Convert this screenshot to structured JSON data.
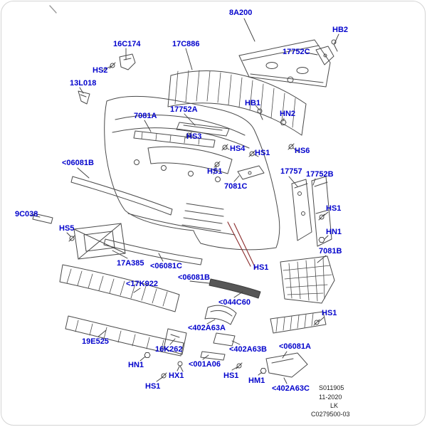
{
  "colors": {
    "label_blue": "#0202CC",
    "line_gray": "#4A4A4A",
    "highlight_red": "#8B2B2B",
    "background": "#FFFFFF",
    "frame_border": "#D4D4D4"
  },
  "labels": [
    {
      "text": "8A200"
    },
    {
      "text": "HB2"
    },
    {
      "text": "16C174"
    },
    {
      "text": "17C886"
    },
    {
      "text": "17752C"
    },
    {
      "text": "HS2"
    },
    {
      "text": "13L018"
    },
    {
      "text": "HB1"
    },
    {
      "text": "HN2"
    },
    {
      "text": "17752A"
    },
    {
      "text": "7081A"
    },
    {
      "text": "HS3"
    },
    {
      "text": "HS4"
    },
    {
      "text": "HS1"
    },
    {
      "text": "HS6"
    },
    {
      "text": "<06081B"
    },
    {
      "text": "HS1"
    },
    {
      "text": "17757"
    },
    {
      "text": "17752B"
    },
    {
      "text": "7081C"
    },
    {
      "text": "HS1"
    },
    {
      "text": "9C038"
    },
    {
      "text": "HS5"
    },
    {
      "text": "HN1"
    },
    {
      "text": "7081B"
    },
    {
      "text": "17A385"
    },
    {
      "text": "<06081C"
    },
    {
      "text": "HS1"
    },
    {
      "text": "<06081B"
    },
    {
      "text": "<17K922"
    },
    {
      "text": "<044C60"
    },
    {
      "text": "HS1"
    },
    {
      "text": "<402A63A"
    },
    {
      "text": "19E525"
    },
    {
      "text": "16K262"
    },
    {
      "text": "<402A63B"
    },
    {
      "text": "<06081A"
    },
    {
      "text": "<001A06"
    },
    {
      "text": "HN1"
    },
    {
      "text": "HX1"
    },
    {
      "text": "HS1"
    },
    {
      "text": "HS1"
    },
    {
      "text": "HM1"
    },
    {
      "text": "<402A63C"
    }
  ],
  "footer": {
    "doc_number": "S011905",
    "date": "11-2020",
    "code": "LK",
    "drawing_number": "C0279500-03"
  }
}
